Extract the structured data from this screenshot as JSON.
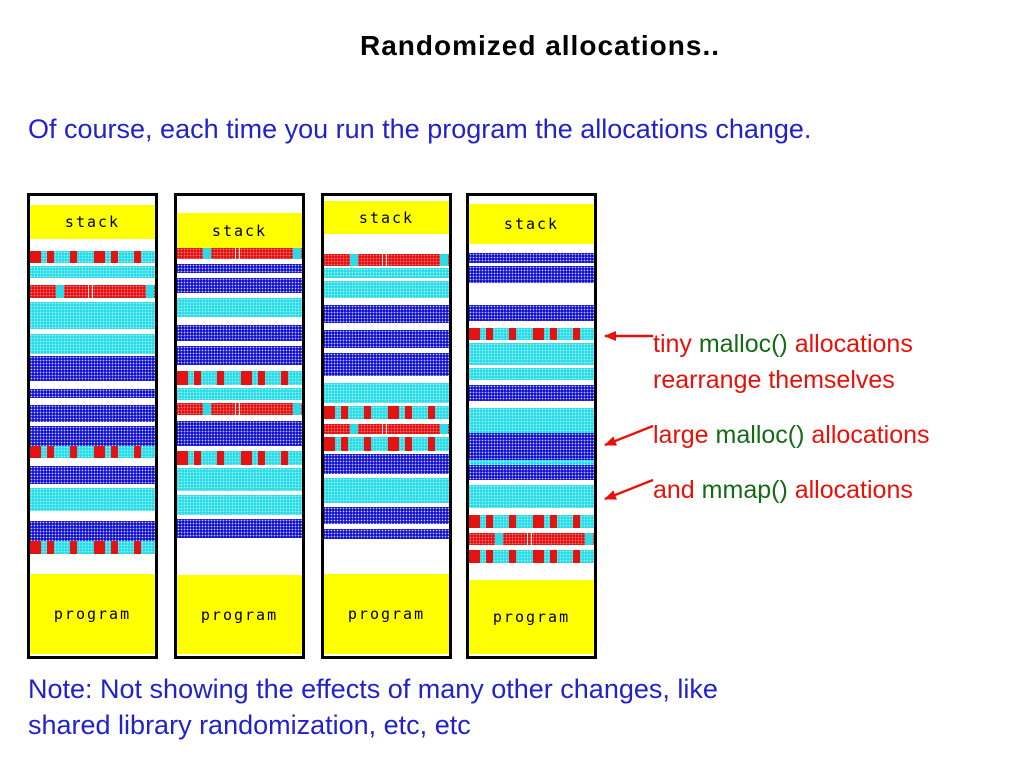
{
  "slide": {
    "title": "Randomized allocations..",
    "subtitle": "Of course, each time you run the program the allocations change.",
    "note": {
      "line1": "Note: Not showing the effects of many other changes, like",
      "line2": "shared library randomization, etc, etc"
    }
  },
  "colors": {
    "title_text": "#000000",
    "body_text_blue": "#2222cc",
    "annotation_red": "#e81109",
    "annotation_green": "#156b15",
    "block_yellow": "#ffff00",
    "band_cyan": "#29dde8",
    "band_blue": "#1414cf",
    "band_red": "#e51212",
    "column_border": "#000000"
  },
  "diagram": {
    "description": "Four runs of the same program showing randomized memory layouts; yellow stack block on top, yellow program block at bottom, randomized cyan/blue/red allocation bands between",
    "columns": [
      {
        "stack_label": "stack",
        "program_label": "program",
        "bands": [
          [
            "white",
            9
          ],
          [
            "stack",
            34
          ],
          [
            "white",
            12
          ],
          [
            "tiny",
            12
          ],
          [
            "white",
            3
          ],
          [
            "cyan",
            12
          ],
          [
            "white",
            7
          ],
          [
            "tinyred",
            13
          ],
          [
            "white",
            4
          ],
          [
            "cyan",
            27
          ],
          [
            "white",
            5
          ],
          [
            "cyan",
            20
          ],
          [
            "white",
            2
          ],
          [
            "blue",
            25
          ],
          [
            "white",
            8
          ],
          [
            "blue",
            9
          ],
          [
            "white",
            7
          ],
          [
            "blue",
            17
          ],
          [
            "white",
            4
          ],
          [
            "blue",
            20
          ],
          [
            "tiny",
            12
          ],
          [
            "white",
            8
          ],
          [
            "blue",
            18
          ],
          [
            "white",
            4
          ],
          [
            "cyan",
            23
          ],
          [
            "white",
            10
          ],
          [
            "blue",
            20
          ],
          [
            "tiny",
            13
          ],
          [
            "white",
            20
          ],
          [
            "program",
            0
          ]
        ]
      },
      {
        "stack_label": "stack",
        "program_label": "program",
        "bands": [
          [
            "white",
            17
          ],
          [
            "stack",
            35
          ],
          [
            "tinyred",
            11
          ],
          [
            "white",
            5
          ],
          [
            "blue",
            9
          ],
          [
            "white",
            5
          ],
          [
            "blue",
            15
          ],
          [
            "white",
            5
          ],
          [
            "cyan",
            19
          ],
          [
            "white",
            8
          ],
          [
            "blue",
            16
          ],
          [
            "white",
            5
          ],
          [
            "blue",
            19
          ],
          [
            "white",
            6
          ],
          [
            "tiny",
            14
          ],
          [
            "white",
            3
          ],
          [
            "cyan",
            12
          ],
          [
            "white",
            3
          ],
          [
            "tinyred",
            12
          ],
          [
            "white",
            6
          ],
          [
            "blue",
            25
          ],
          [
            "white",
            5
          ],
          [
            "tiny",
            14
          ],
          [
            "white",
            3
          ],
          [
            "cyan",
            23
          ],
          [
            "white",
            4
          ],
          [
            "cyan",
            20
          ],
          [
            "white",
            4
          ],
          [
            "blue",
            19
          ],
          [
            "white",
            37
          ],
          [
            "program",
            0
          ]
        ]
      },
      {
        "stack_label": "stack",
        "program_label": "program",
        "bands": [
          [
            "white",
            5
          ],
          [
            "stack",
            33
          ],
          [
            "white",
            20
          ],
          [
            "tinyred",
            12
          ],
          [
            "white",
            2
          ],
          [
            "cyan",
            10
          ],
          [
            "white",
            3
          ],
          [
            "cyan",
            17
          ],
          [
            "white",
            7
          ],
          [
            "blue",
            18
          ],
          [
            "white",
            7
          ],
          [
            "blue",
            18
          ],
          [
            "white",
            5
          ],
          [
            "blue",
            23
          ],
          [
            "white",
            7
          ],
          [
            "cyan",
            20
          ],
          [
            "white",
            3
          ],
          [
            "tiny",
            13
          ],
          [
            "white",
            5
          ],
          [
            "tinyred",
            10
          ],
          [
            "white",
            3
          ],
          [
            "tiny",
            14
          ],
          [
            "white",
            3
          ],
          [
            "blue",
            20
          ],
          [
            "white",
            4
          ],
          [
            "cyan",
            25
          ],
          [
            "white",
            4
          ],
          [
            "blue",
            17
          ],
          [
            "white",
            5
          ],
          [
            "blue",
            10
          ],
          [
            "white",
            35
          ],
          [
            "program",
            0
          ]
        ]
      },
      {
        "stack_label": "stack",
        "program_label": "program",
        "bands": [
          [
            "white",
            8
          ],
          [
            "stack",
            40
          ],
          [
            "white",
            9
          ],
          [
            "blue",
            10
          ],
          [
            "white",
            3
          ],
          [
            "blue",
            17
          ],
          [
            "white",
            22
          ],
          [
            "blue",
            16
          ],
          [
            "white",
            7
          ],
          [
            "tiny",
            12
          ],
          [
            "white",
            3
          ],
          [
            "cyan",
            22
          ],
          [
            "white",
            3
          ],
          [
            "cyan",
            12
          ],
          [
            "white",
            5
          ],
          [
            "blue",
            16
          ],
          [
            "white",
            7
          ],
          [
            "cyan",
            25
          ],
          [
            "blue",
            27
          ],
          [
            "cyan",
            5
          ],
          [
            "blue",
            15
          ],
          [
            "white",
            5
          ],
          [
            "cyan",
            23
          ],
          [
            "white",
            7
          ],
          [
            "tiny",
            13
          ],
          [
            "white",
            5
          ],
          [
            "tinyred",
            12
          ],
          [
            "white",
            5
          ],
          [
            "tiny",
            13
          ],
          [
            "white",
            17
          ],
          [
            "program",
            0
          ]
        ]
      }
    ]
  },
  "annotations": [
    {
      "lines": [
        [
          [
            "tiny ",
            "red"
          ],
          [
            "malloc()",
            "green"
          ],
          [
            " allocations",
            "red"
          ]
        ],
        [
          [
            "rearrange themselves",
            "red"
          ]
        ]
      ]
    },
    {
      "lines": [
        [
          [
            "large ",
            "red"
          ],
          [
            "malloc()",
            "green"
          ],
          [
            " allocations",
            "red"
          ]
        ]
      ]
    },
    {
      "lines": [
        [
          [
            "and ",
            "red"
          ],
          [
            "mmap()",
            "green"
          ],
          [
            " allocations",
            "red"
          ]
        ]
      ]
    }
  ]
}
